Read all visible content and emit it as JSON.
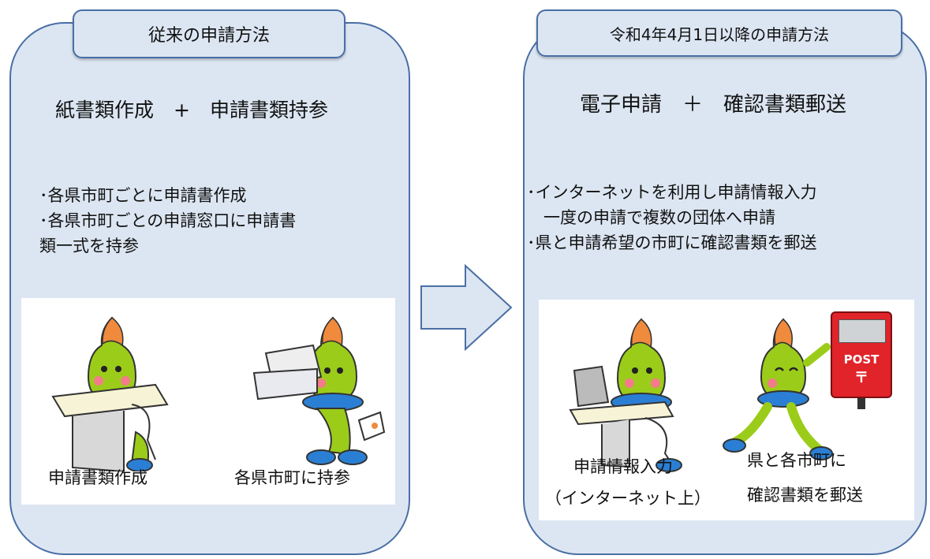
{
  "left": {
    "tab_title": "従来の申請方法",
    "heading": "紙書類作成　+　申請書類持参",
    "bullets": [
      "･各県市町ごとに申請書作成",
      "･各県市町ごとの申請窓口に申請書",
      "類一式を持参"
    ],
    "captions": [
      "申請書類作成",
      "各県市町に持参"
    ]
  },
  "right": {
    "tab_title": "令和4年4月1日以降の申請方法",
    "heading": "電子申請　＋　確認書類郵送",
    "bullets": [
      "･インターネットを利用し申請情報入力",
      "　一度の申請で複数の団体へ申請",
      "･県と申請希望の市町に確認書類を郵送"
    ],
    "captions": {
      "input_line1": "申請情報入力",
      "input_line2": "（インターネット上）",
      "mail_line1": "県と各市町に",
      "mail_line2": "確認書類を郵送"
    },
    "post_label": "POST",
    "post_mark": "〒"
  },
  "colors": {
    "panel_fill": "#dce6f2",
    "panel_border": "#4a6fa5",
    "mascot_green": "#9ccc1a",
    "mascot_orange": "#f08a3c",
    "collar_blue": "#2a7fd4",
    "post_red": "#e0242a"
  }
}
